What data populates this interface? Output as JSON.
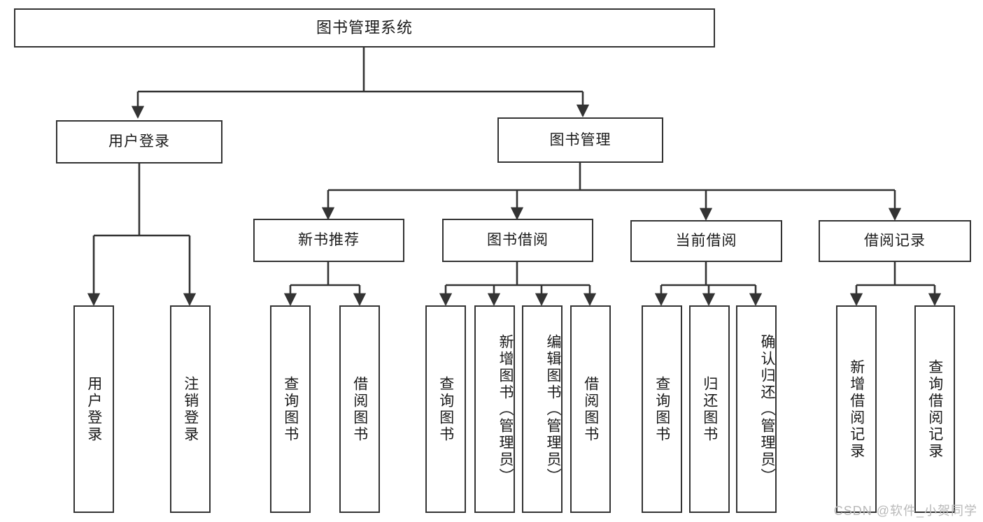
{
  "diagram": {
    "title": "图书管理系统",
    "type": "tree-hierarchy",
    "watermark": "CSDN @软件_小贺同学",
    "colors": {
      "box_border": "#333333",
      "box_fill": "#ffffff",
      "connector": "#333333",
      "text": "#1a1a1a",
      "watermark": "#b9b9b9",
      "background": "#ffffff"
    },
    "levels": {
      "root": {
        "label": "图书管理系统"
      },
      "level2": [
        {
          "label": "用户登录"
        },
        {
          "label": "图书管理"
        }
      ],
      "level3": [
        {
          "label": "新书推荐"
        },
        {
          "label": "图书借阅"
        },
        {
          "label": "当前借阅"
        },
        {
          "label": "借阅记录"
        }
      ],
      "leaves": {
        "user_login": [
          {
            "label": "用户登录"
          },
          {
            "label": "注销登录"
          }
        ],
        "new_book_recommend": [
          {
            "label": "查询图书"
          },
          {
            "label": "借阅图书"
          }
        ],
        "book_borrow": [
          {
            "label": "查询图书"
          },
          {
            "label": "新增图书（管理员）"
          },
          {
            "label": "编辑图书（管理员）"
          },
          {
            "label": "借阅图书"
          }
        ],
        "current_borrow": [
          {
            "label": "查询图书"
          },
          {
            "label": "归还图书"
          },
          {
            "label": "确认归还（管理员）"
          }
        ],
        "borrow_record": [
          {
            "label": "新增借阅记录"
          },
          {
            "label": "查询借阅记录"
          }
        ]
      }
    }
  }
}
